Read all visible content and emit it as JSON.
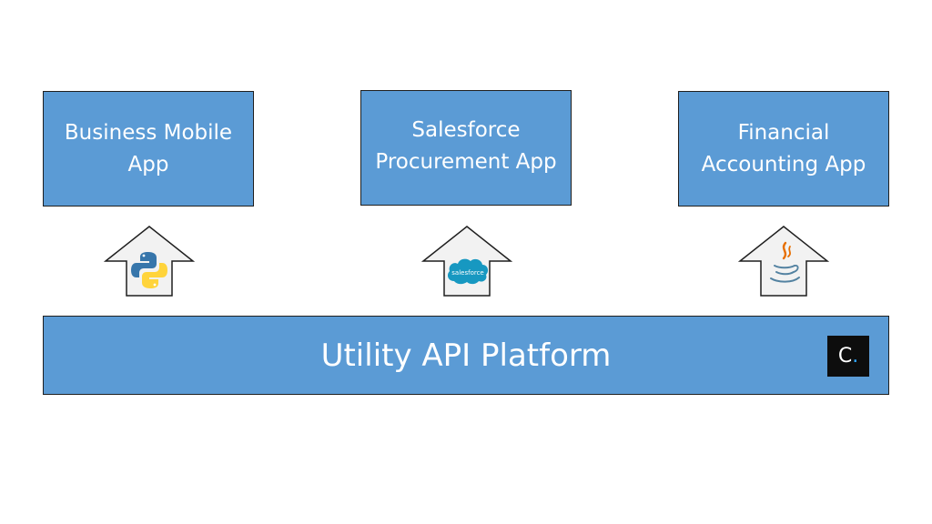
{
  "apps": [
    {
      "line1": "Business Mobile",
      "line2": "App",
      "icon": "python-icon"
    },
    {
      "line1": "Salesforce",
      "line2": "Procurement App",
      "icon": "salesforce-cloud-icon",
      "icon_text": "salesforce"
    },
    {
      "line1": "Financial",
      "line2": "Accounting App",
      "icon": "java-icon"
    }
  ],
  "platform": {
    "title": "Utility API Platform",
    "logo_letter": "C",
    "logo_dot": "."
  },
  "colors": {
    "box_fill": "#5b9bd5",
    "arrow_fill": "#f2f2f2",
    "border": "#1f1f1f",
    "logo_bg": "#0d0d0d",
    "logo_dot": "#2ea8ff"
  }
}
